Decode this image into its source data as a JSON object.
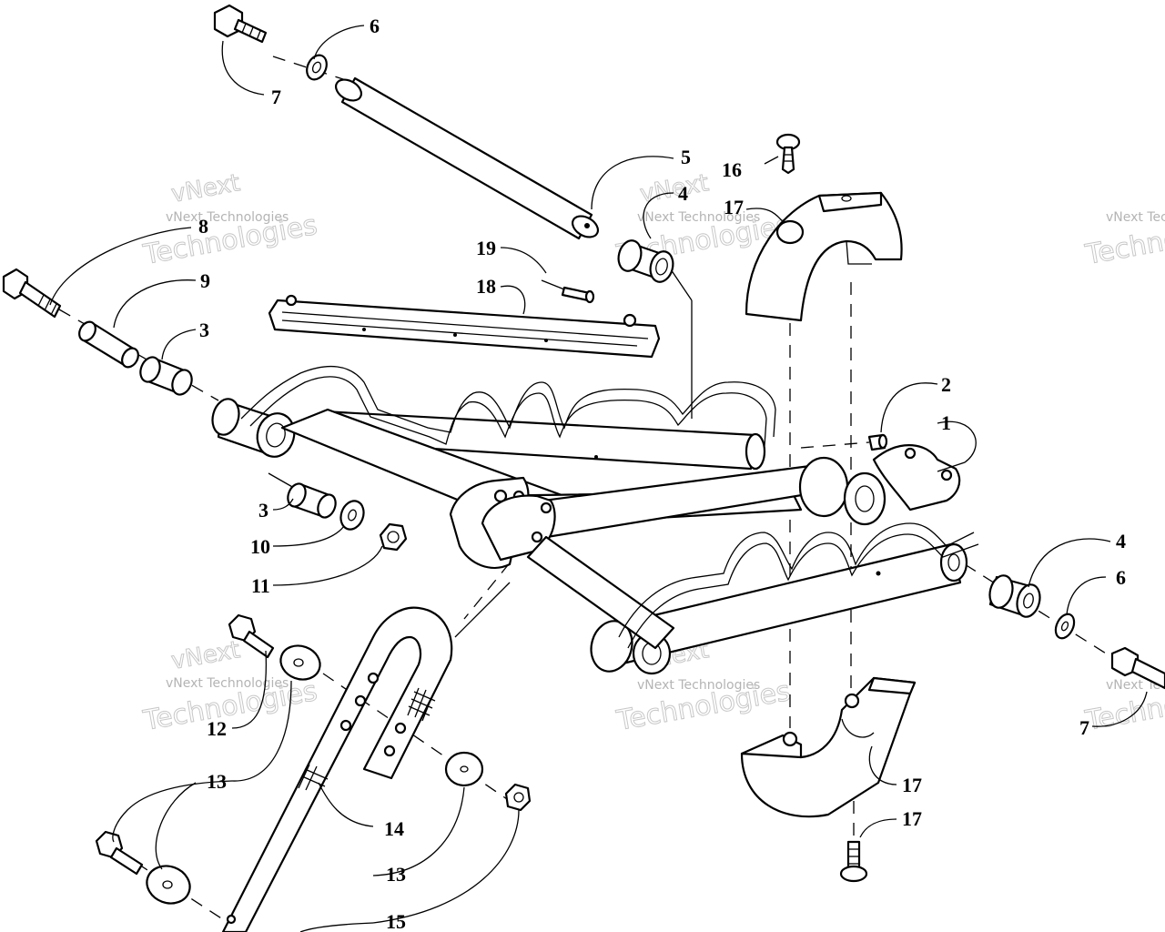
{
  "diagram": {
    "callouts": [
      {
        "id": "c1",
        "label": "1"
      },
      {
        "id": "c2",
        "label": "2"
      },
      {
        "id": "c3a",
        "label": "3"
      },
      {
        "id": "c3b",
        "label": "3"
      },
      {
        "id": "c4a",
        "label": "4"
      },
      {
        "id": "c4b",
        "label": "4"
      },
      {
        "id": "c5",
        "label": "5"
      },
      {
        "id": "c6a",
        "label": "6"
      },
      {
        "id": "c6b",
        "label": "6"
      },
      {
        "id": "c7a",
        "label": "7"
      },
      {
        "id": "c7b",
        "label": "7"
      },
      {
        "id": "c8",
        "label": "8"
      },
      {
        "id": "c9",
        "label": "9"
      },
      {
        "id": "c10",
        "label": "10"
      },
      {
        "id": "c11",
        "label": "11"
      },
      {
        "id": "c12",
        "label": "12"
      },
      {
        "id": "c13a",
        "label": "13"
      },
      {
        "id": "c13b",
        "label": "13"
      },
      {
        "id": "c14",
        "label": "14"
      },
      {
        "id": "c15",
        "label": "15"
      },
      {
        "id": "c16a",
        "label": "16"
      },
      {
        "id": "c16b",
        "label": "16"
      },
      {
        "id": "c17a",
        "label": "17"
      },
      {
        "id": "c17b",
        "label": "17"
      },
      {
        "id": "c18",
        "label": "18"
      },
      {
        "id": "c19",
        "label": "19"
      }
    ],
    "watermark": {
      "line1": "vNext Technologies",
      "line2": "vNext",
      "line3": "Technologies"
    }
  }
}
